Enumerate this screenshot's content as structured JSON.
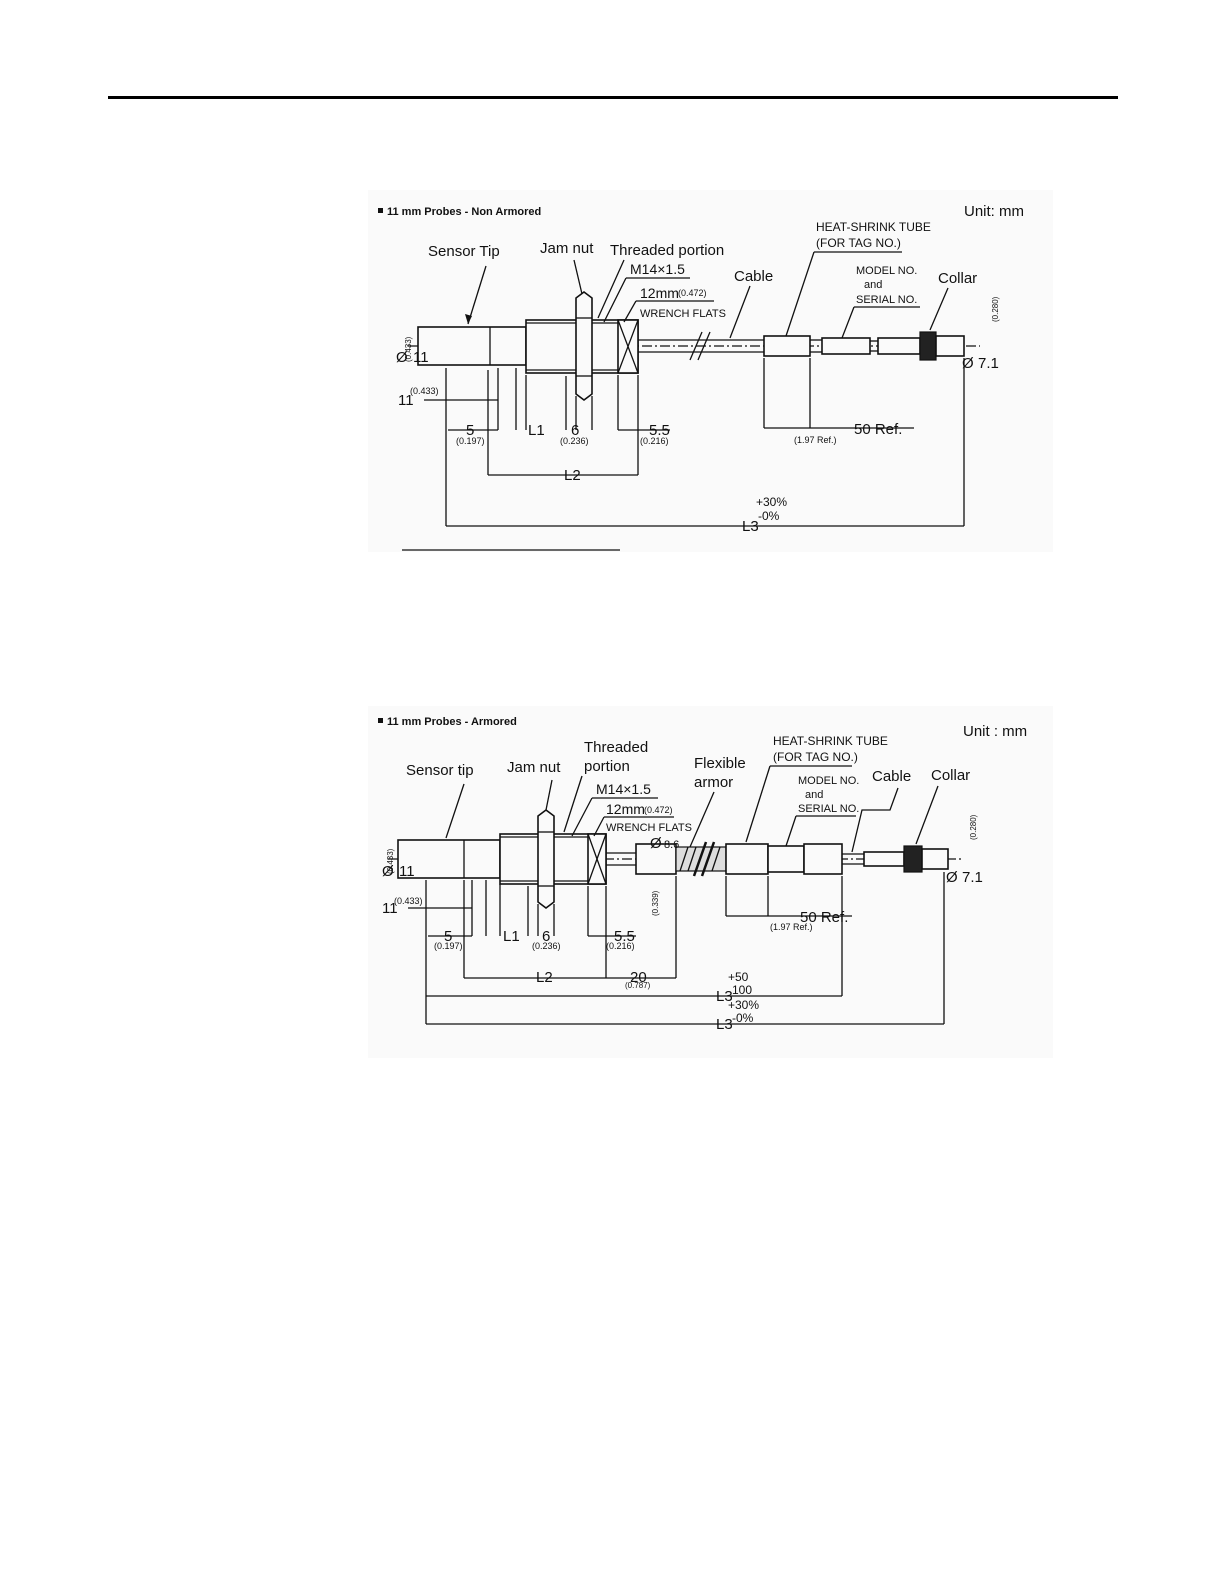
{
  "figures": [
    {
      "title": "11 mm Probes - Non Armored",
      "unit": "Unit: mm",
      "labels": {
        "sensor_tip": "Sensor Tip",
        "jam_nut": "Jam nut",
        "threaded_portion": "Threaded portion",
        "thread_spec": "M14×1.5",
        "wrench_size": "12mm",
        "wrench_size_in": "(0.472)",
        "wrench_flats": "WRENCH FLATS",
        "cable": "Cable",
        "heat_shrink_1": "HEAT-SHRINK TUBE",
        "heat_shrink_2": "(FOR TAG NO.)",
        "model_1": "MODEL NO.",
        "model_2": "and",
        "model_3": "SERIAL NO.",
        "collar": "Collar",
        "collar_in": "(0.280)",
        "dia_tip": "11",
        "dia_tip_in": "(0.433)",
        "dia_collar": "7.1",
        "len_11": "11",
        "len_11_in": "(0.433)",
        "dim_5": "5",
        "dim_5_in": "(0.197)",
        "dim_l1": "L1",
        "dim_6": "6",
        "dim_6_in": "(0.236)",
        "dim_55": "5.5",
        "dim_55_in": "(0.216)",
        "dim_50": "50 Ref.",
        "dim_50_in": "(1.97 Ref.)",
        "dim_l2": "L2",
        "dim_l3": "L3",
        "tol_plus": "+30%",
        "tol_minus": "-0%"
      }
    },
    {
      "title": "11 mm Probes - Armored",
      "unit": "Unit : mm",
      "labels": {
        "sensor_tip": "Sensor tip",
        "jam_nut": "Jam nut",
        "threaded_1": "Threaded",
        "threaded_2": "portion",
        "thread_spec": "M14×1.5",
        "wrench_size": "12mm",
        "wrench_size_in": "(0.472)",
        "wrench_flats": "WRENCH FLATS",
        "flexible_1": "Flexible",
        "flexible_2": "armor",
        "armor_dia": "8.6",
        "armor_dia_in": "(0.339)",
        "heat_shrink_1": "HEAT-SHRINK TUBE",
        "heat_shrink_2": "(FOR TAG NO.)",
        "model_1": "MODEL NO.",
        "model_2": "and",
        "model_3": "SERIAL NO.",
        "cable": "Cable",
        "collar": "Collar",
        "collar_in": "(0.280)",
        "dia_tip": "11",
        "dia_tip_in": "(0.433)",
        "dia_collar": "7.1",
        "len_11": "11",
        "len_11_in": "(0.433)",
        "dim_5": "5",
        "dim_5_in": "(0.197)",
        "dim_l1": "L1",
        "dim_6": "6",
        "dim_6_in": "(0.236)",
        "dim_55": "5.5",
        "dim_55_in": "(0.216)",
        "dim_50": "50 Ref.",
        "dim_50_in": "(1.97 Ref.)",
        "dim_l2": "L2",
        "dim_20": "20",
        "dim_20_in": "(0.787)",
        "dim_l3a": "L3",
        "tol_a_plus": "+50",
        "tol_a_minus": "100",
        "dim_l3b": "L3",
        "tol_b_plus": "+30%",
        "tol_b_minus": "-0%"
      }
    }
  ]
}
